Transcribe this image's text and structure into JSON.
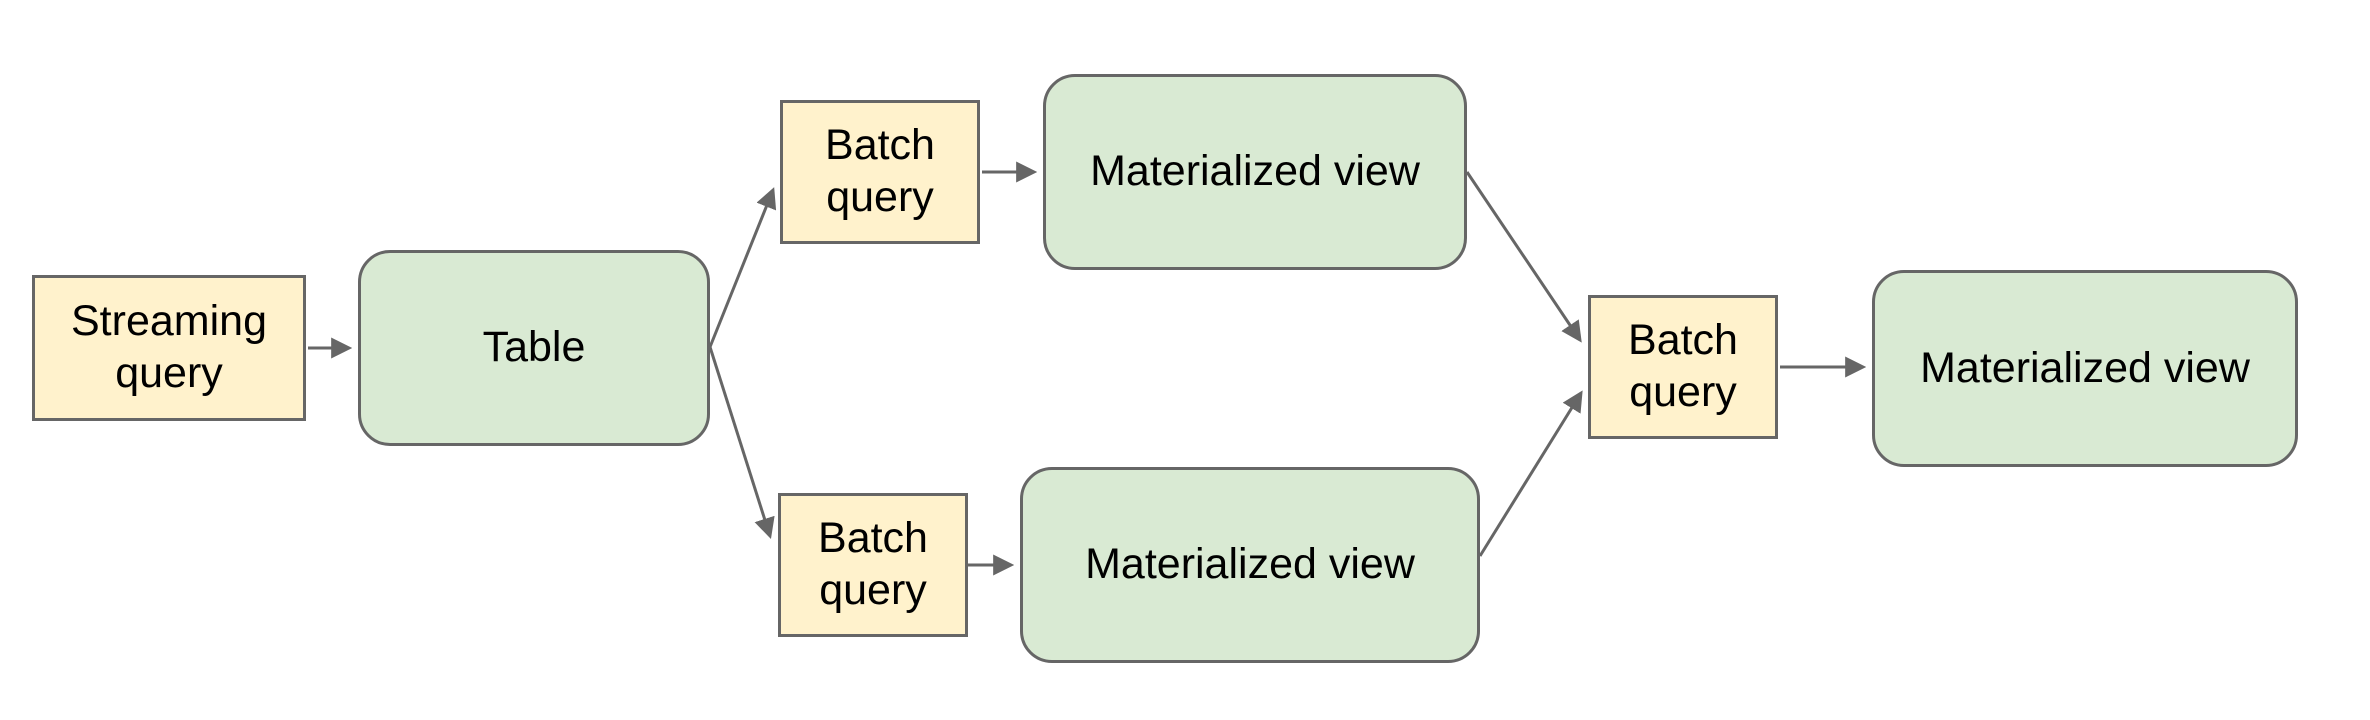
{
  "diagram": {
    "background": "#ffffff",
    "colors": {
      "query_box_fill": "#fff2cc",
      "view_box_fill": "#d9ead3",
      "box_border": "#666666",
      "connector": "#666666",
      "label_text": "#000000"
    },
    "nodes": [
      {
        "id": "streaming-query",
        "label": "Streaming query",
        "type": "query"
      },
      {
        "id": "table",
        "label": "Table",
        "type": "view"
      },
      {
        "id": "batch-query-top",
        "label": "Batch query",
        "type": "query"
      },
      {
        "id": "materialized-view-top",
        "label": "Materialized view",
        "type": "view"
      },
      {
        "id": "batch-query-bottom",
        "label": "Batch query",
        "type": "query"
      },
      {
        "id": "materialized-view-bottom",
        "label": "Materialized view",
        "type": "view"
      },
      {
        "id": "batch-query-merge",
        "label": "Batch query",
        "type": "query"
      },
      {
        "id": "materialized-view-final",
        "label": "Materialized view",
        "type": "view"
      }
    ],
    "edges": [
      {
        "from": "streaming-query",
        "to": "table"
      },
      {
        "from": "table",
        "to": "batch-query-top"
      },
      {
        "from": "table",
        "to": "batch-query-bottom"
      },
      {
        "from": "batch-query-top",
        "to": "materialized-view-top"
      },
      {
        "from": "batch-query-bottom",
        "to": "materialized-view-bottom"
      },
      {
        "from": "materialized-view-top",
        "to": "batch-query-merge"
      },
      {
        "from": "materialized-view-bottom",
        "to": "batch-query-merge"
      },
      {
        "from": "batch-query-merge",
        "to": "materialized-view-final"
      }
    ]
  }
}
